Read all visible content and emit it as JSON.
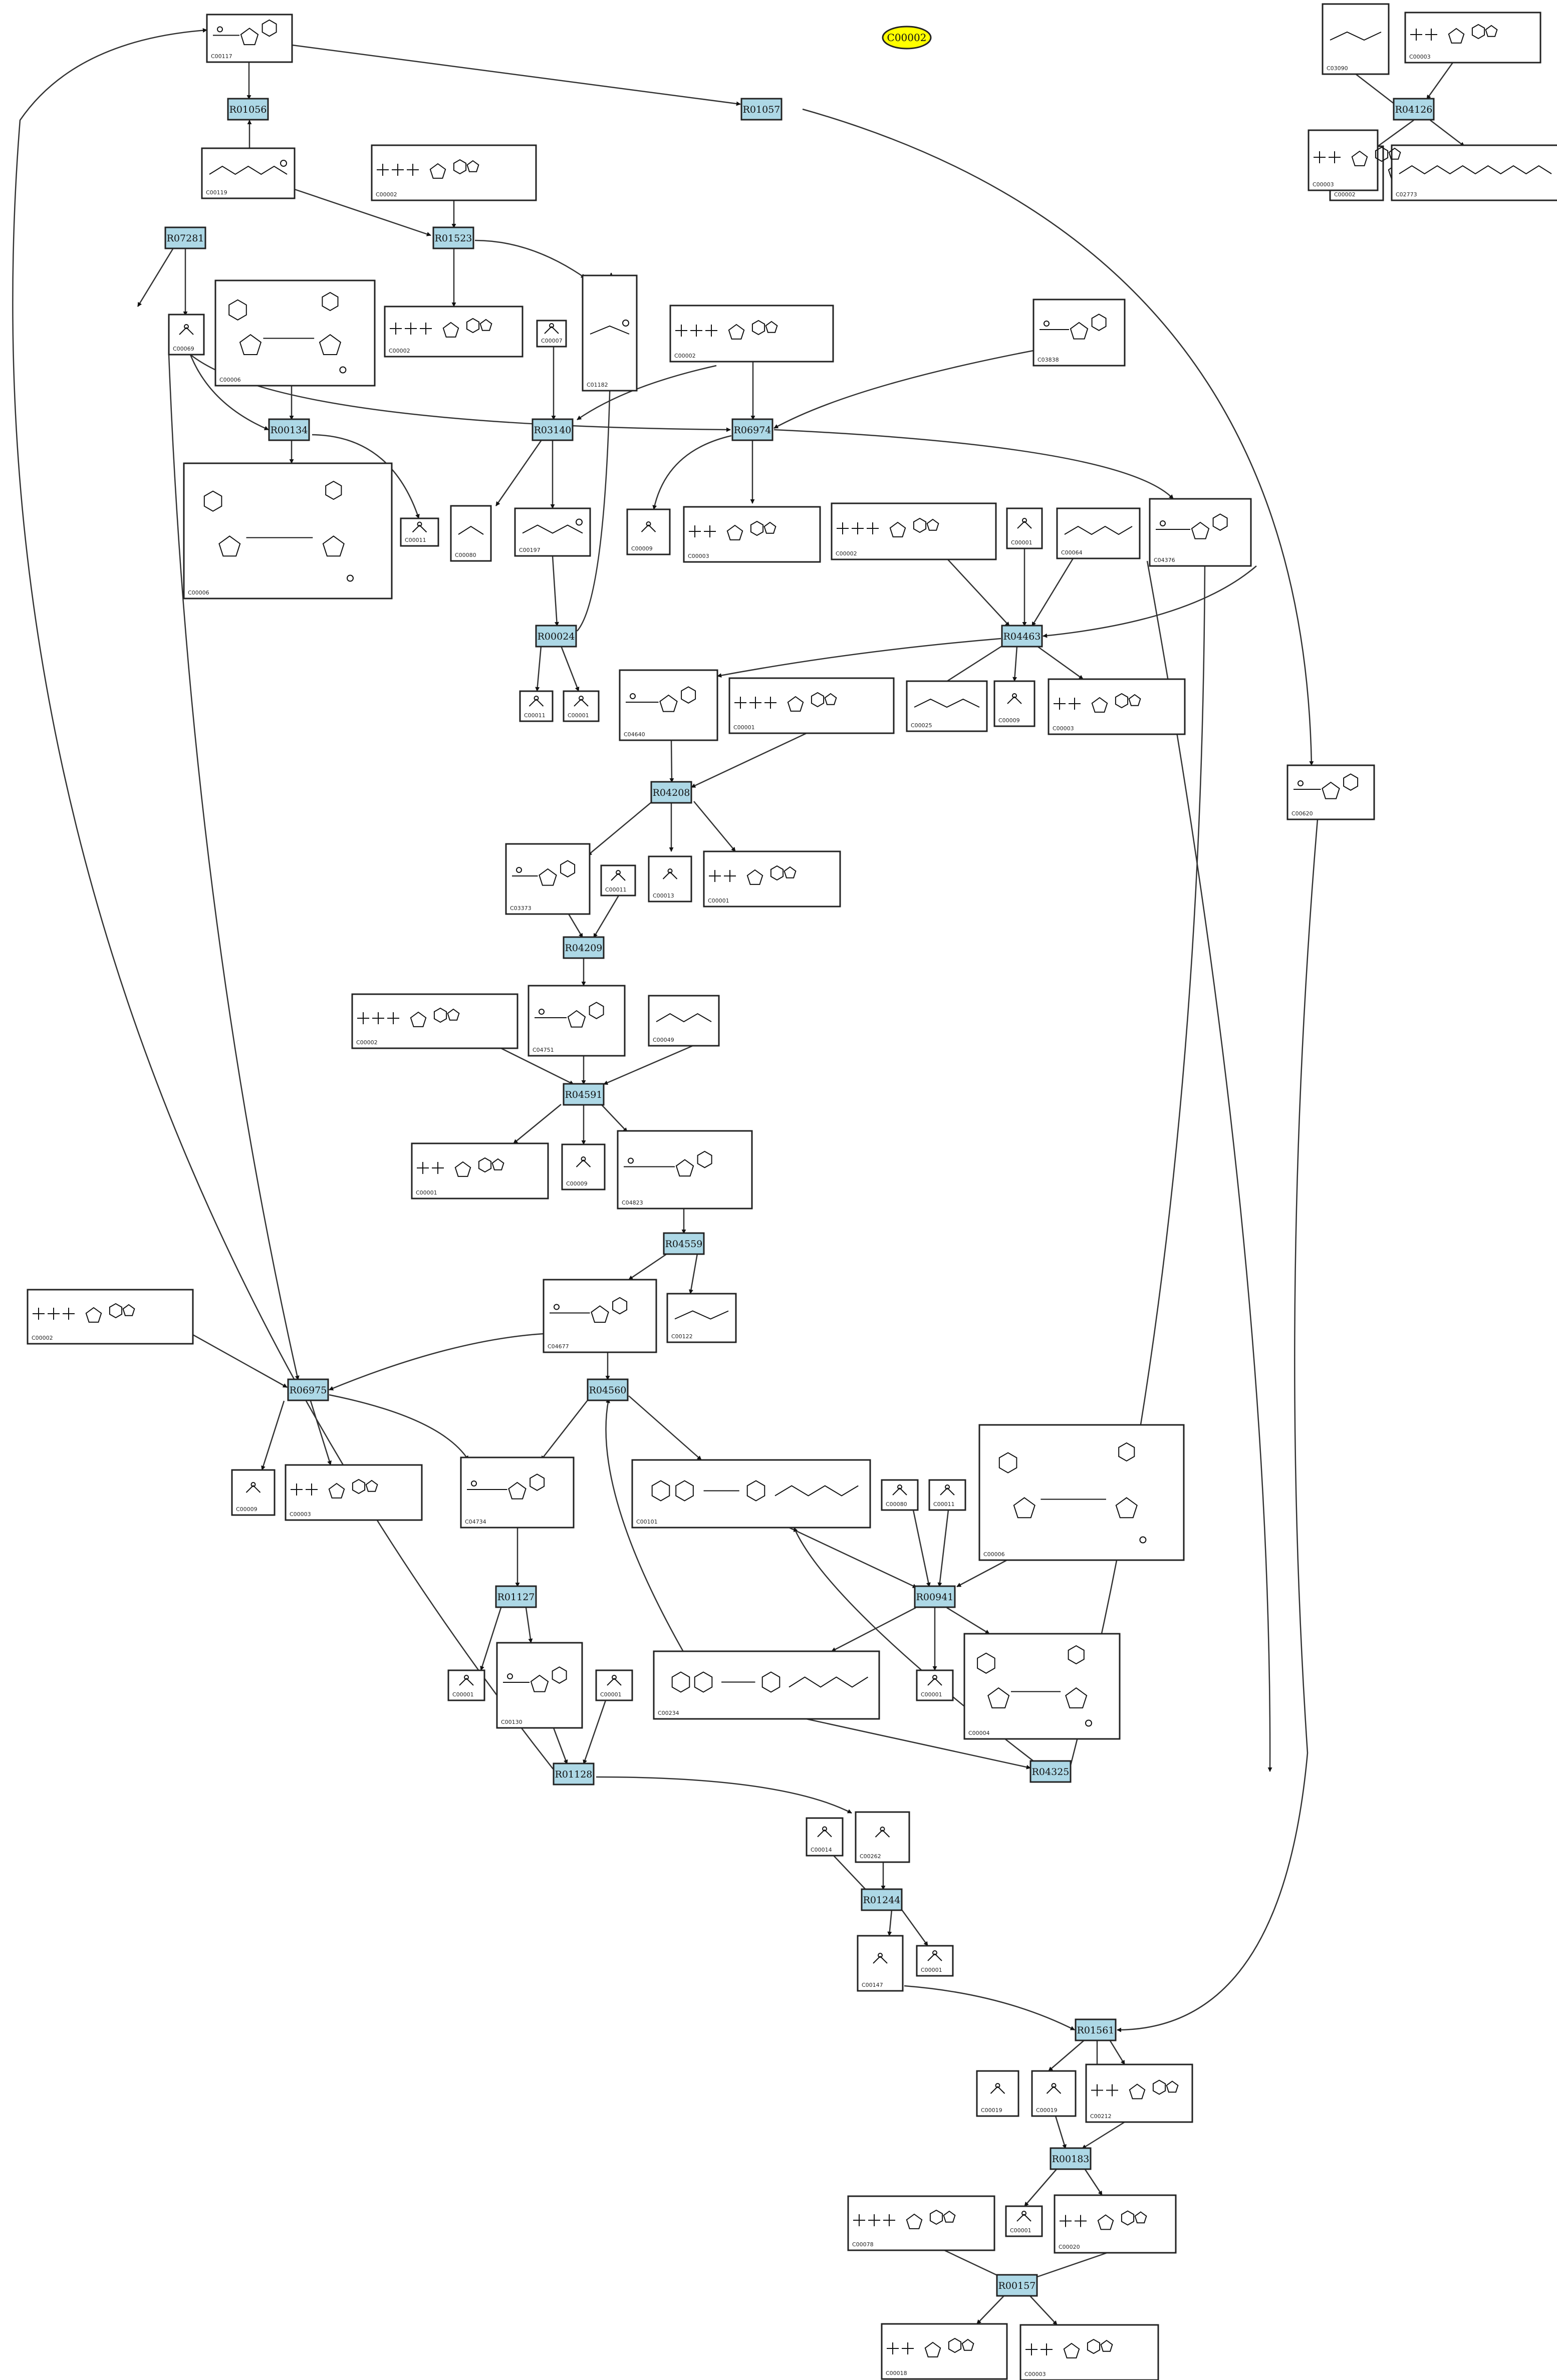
{
  "title": "C00002",
  "colors": {
    "reaction_fill": "#add8e6",
    "title_fill": "#ffff00",
    "compound_fill": "#ffffff",
    "stroke": "#222222"
  },
  "compounds": [
    {
      "id": "C00117",
      "glyph": "sugar_phos"
    },
    {
      "id": "C03090",
      "glyph": "chain"
    },
    {
      "id": "C00003",
      "glyph": "nucleotide_small"
    },
    {
      "id": "C00119",
      "glyph": "chain_phos"
    },
    {
      "id": "C00002",
      "glyph": "atp"
    },
    {
      "id": "C00002",
      "glyph": "atp"
    },
    {
      "id": "C02773",
      "glyph": "chain"
    },
    {
      "id": "C00002",
      "glyph": "atp"
    },
    {
      "id": "C00003",
      "glyph": "nucleotide_small"
    },
    {
      "id": "C00006",
      "glyph": "nadp"
    },
    {
      "id": "C00069",
      "glyph": "small"
    },
    {
      "id": "C00007",
      "glyph": "small"
    },
    {
      "id": "C01182",
      "glyph": "chain_phos"
    },
    {
      "id": "C00002",
      "glyph": "atp"
    },
    {
      "id": "C03838",
      "glyph": "sugar_phos"
    },
    {
      "id": "C00006",
      "glyph": "nadp"
    },
    {
      "id": "C00011",
      "glyph": "small"
    },
    {
      "id": "C00080",
      "glyph": "chain"
    },
    {
      "id": "C00197",
      "glyph": "chain_phos"
    },
    {
      "id": "C00009",
      "glyph": "small"
    },
    {
      "id": "C00003",
      "glyph": "nucleotide_small"
    },
    {
      "id": "C00002",
      "glyph": "atp"
    },
    {
      "id": "C00001",
      "glyph": "small"
    },
    {
      "id": "C00064",
      "glyph": "chain"
    },
    {
      "id": "C04376",
      "glyph": "sugar_phos"
    },
    {
      "id": "C00011",
      "glyph": "small"
    },
    {
      "id": "C00001",
      "glyph": "small"
    },
    {
      "id": "C04640",
      "glyph": "sugar_phos"
    },
    {
      "id": "C00001",
      "glyph": "atp"
    },
    {
      "id": "C00025",
      "glyph": "chain"
    },
    {
      "id": "C00009",
      "glyph": "small"
    },
    {
      "id": "C00003",
      "glyph": "nucleotide_small"
    },
    {
      "id": "C03373",
      "glyph": "sugar_phos"
    },
    {
      "id": "C00011",
      "glyph": "small"
    },
    {
      "id": "C00013",
      "glyph": "small"
    },
    {
      "id": "C00001",
      "glyph": "nucleotide_small"
    },
    {
      "id": "C00620",
      "glyph": "sugar_phos"
    },
    {
      "id": "C00002",
      "glyph": "atp"
    },
    {
      "id": "C04751",
      "glyph": "sugar_phos"
    },
    {
      "id": "C00049",
      "glyph": "chain"
    },
    {
      "id": "C00001",
      "glyph": "nucleotide_small"
    },
    {
      "id": "C00009",
      "glyph": "small"
    },
    {
      "id": "C04823",
      "glyph": "sugar_phos"
    },
    {
      "id": "C00002",
      "glyph": "atp"
    },
    {
      "id": "C04677",
      "glyph": "sugar_phos"
    },
    {
      "id": "C00122",
      "glyph": "chain"
    },
    {
      "id": "C00009",
      "glyph": "small"
    },
    {
      "id": "C00003",
      "glyph": "nucleotide_small"
    },
    {
      "id": "C04734",
      "glyph": "sugar_phos"
    },
    {
      "id": "C00101",
      "glyph": "folate"
    },
    {
      "id": "C00006",
      "glyph": "nadp"
    },
    {
      "id": "C00080",
      "glyph": "small"
    },
    {
      "id": "C00011",
      "glyph": "small"
    },
    {
      "id": "C00001",
      "glyph": "small"
    },
    {
      "id": "C00130",
      "glyph": "sugar_phos"
    },
    {
      "id": "C00001",
      "glyph": "small"
    },
    {
      "id": "C00234",
      "glyph": "folate"
    },
    {
      "id": "C00001",
      "glyph": "small"
    },
    {
      "id": "C00004",
      "glyph": "nadp"
    },
    {
      "id": "C00014",
      "glyph": "small"
    },
    {
      "id": "C00262",
      "glyph": "small"
    },
    {
      "id": "C00147",
      "glyph": "small"
    },
    {
      "id": "C00001",
      "glyph": "small"
    },
    {
      "id": "C00019",
      "glyph": "small"
    },
    {
      "id": "C00019",
      "glyph": "small"
    },
    {
      "id": "C00212",
      "glyph": "nucleotide_small"
    },
    {
      "id": "C00078",
      "glyph": "atp"
    },
    {
      "id": "C00001",
      "glyph": "small"
    },
    {
      "id": "C00020",
      "glyph": "nucleotide_small"
    },
    {
      "id": "C00018",
      "glyph": "nucleotide_small"
    },
    {
      "id": "C00003",
      "glyph": "nucleotide_small"
    }
  ],
  "reactions": [
    {
      "id": "R01056"
    },
    {
      "id": "R01057"
    },
    {
      "id": "R04126"
    },
    {
      "id": "R07281"
    },
    {
      "id": "R01523"
    },
    {
      "id": "R00134"
    },
    {
      "id": "R03140"
    },
    {
      "id": "R06974"
    },
    {
      "id": "R00024"
    },
    {
      "id": "R04463"
    },
    {
      "id": "R04208"
    },
    {
      "id": "R04209"
    },
    {
      "id": "R04591"
    },
    {
      "id": "R04559"
    },
    {
      "id": "R06975"
    },
    {
      "id": "R04560"
    },
    {
      "id": "R01127"
    },
    {
      "id": "R00941"
    },
    {
      "id": "R01128"
    },
    {
      "id": "R04325"
    },
    {
      "id": "R01244"
    },
    {
      "id": "R01561"
    },
    {
      "id": "R00183"
    },
    {
      "id": "R00157"
    }
  ]
}
